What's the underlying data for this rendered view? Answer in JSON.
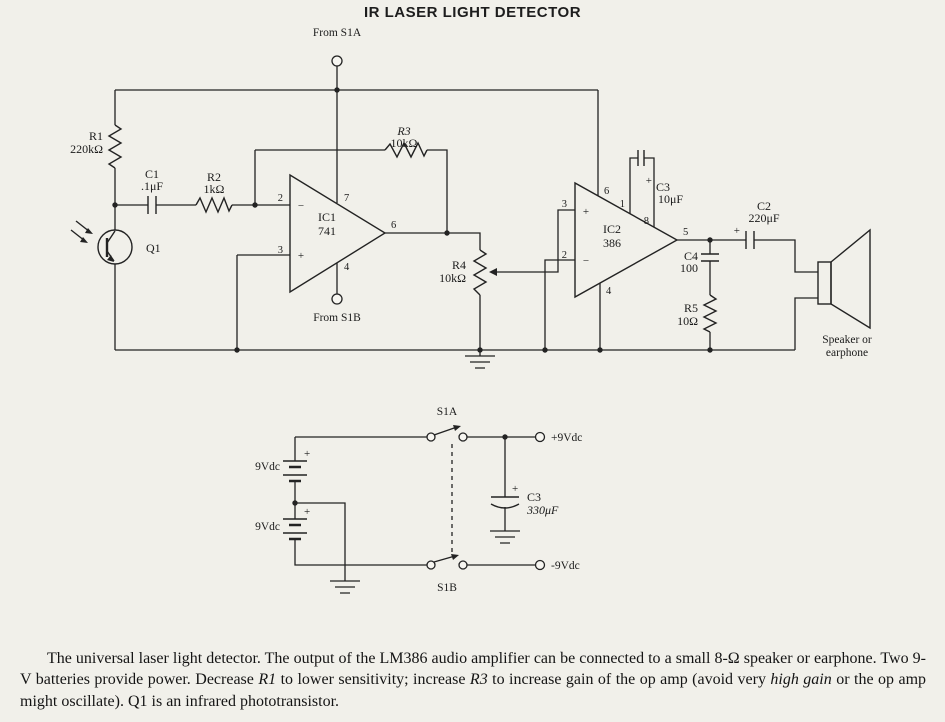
{
  "page": {
    "title": "IR LASER LIGHT DETECTOR"
  },
  "schematic": {
    "from_s1a": "From S1A",
    "from_s1b": "From S1B",
    "r1_ref": "R1",
    "r1_val": "220kΩ",
    "c1_ref": "C1",
    "c1_val": ".1μF",
    "r2_ref": "R2",
    "r2_val": "1kΩ",
    "q1_ref": "Q1",
    "ic1_ref": "IC1",
    "ic1_val": "741",
    "ic1_pin2": "2",
    "ic1_pin3": "3",
    "ic1_pin4": "4",
    "ic1_pin6": "6",
    "ic1_pin7": "7",
    "ic1_minus": "−",
    "ic1_plus": "+",
    "r3_ref": "R3",
    "r3_val": "10kΩ",
    "r4_ref": "R4",
    "r4_val": "10kΩ",
    "ic2_ref": "IC2",
    "ic2_val": "386",
    "ic2_pin1": "1",
    "ic2_pin2": "2",
    "ic2_pin3": "3",
    "ic2_pin4": "4",
    "ic2_pin5": "5",
    "ic2_pin6": "6",
    "ic2_pin8": "8",
    "ic2_plus": "+",
    "ic2_minus": "−",
    "c3_ref": "C3",
    "c3_val": "10μF",
    "c3_plus": "+",
    "c2_ref": "C2",
    "c2_val": "220μF",
    "c2_plus": "+",
    "c4_ref": "C4",
    "c4_val": "100",
    "r5_ref": "R5",
    "r5_val": "10Ω",
    "speaker_line1": "Speaker or",
    "speaker_line2": "earphone"
  },
  "power": {
    "s1a": "S1A",
    "s1b": "S1B",
    "bat1_label": "9Vdc",
    "bat1_plus": "+",
    "bat2_label": "9Vdc",
    "bat2_plus": "+",
    "c3_ref": "C3",
    "c3_val": "330μF",
    "c3_plus": "+",
    "pos": "+9Vdc",
    "neg": "-9Vdc"
  },
  "caption": {
    "seg1": "The universal laser light detector. The output of the LM386 audio amplifier can be connected to a small 8-Ω speaker or earphone. Two 9-V batteries provide power. Decrease ",
    "seg2": "R1",
    "seg3": " to lower sensitivity; increase ",
    "seg4": "R3",
    "seg5": " to increase gain of the op amp (avoid very ",
    "seg6": "high gain",
    "seg7": " or the op amp might oscillate). Q1 is an infrared phototransistor."
  }
}
